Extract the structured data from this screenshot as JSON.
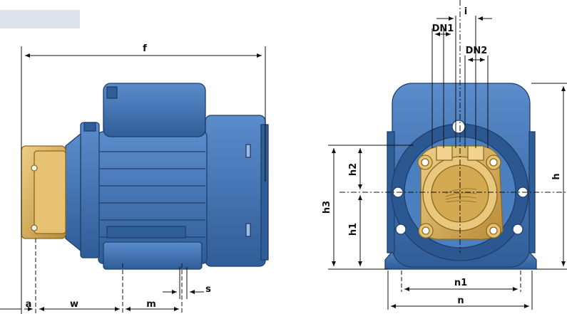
{
  "labels": {
    "a": "a",
    "w": "w",
    "m": "m",
    "s": "s",
    "f": "f",
    "i": "i",
    "dn1": "DN1",
    "dn2": "DN2",
    "h": "h",
    "h1": "h1",
    "h2": "h2",
    "h3": "h3",
    "n": "n",
    "n1": "n1"
  },
  "colors": {
    "body_blue": "#3d6fae",
    "body_dark": "#1f3f6b",
    "brass": "#d9b35c",
    "brass_dark": "#8a6a24",
    "banner": "#dde3ea"
  }
}
